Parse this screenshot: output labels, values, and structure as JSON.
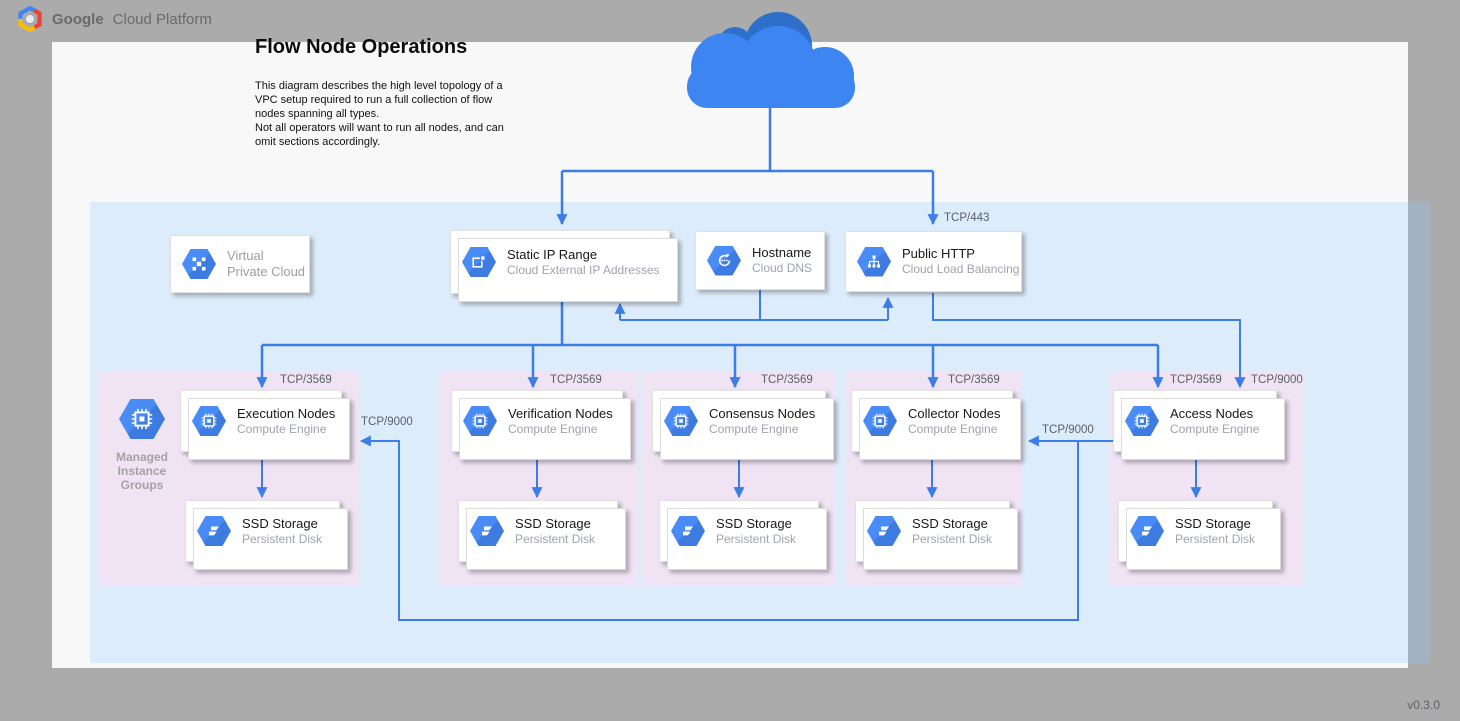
{
  "header": {
    "brand_bold": "Google",
    "brand_rest": "Cloud Platform"
  },
  "title": "Flow Node Operations",
  "intro": {
    "lines": [
      "This diagram describes the high level topology of a",
      "VPC setup required to run a full collection of flow",
      "nodes spanning all types.",
      "Not all operators will want to run all nodes, and can",
      "omit sections accordingly."
    ]
  },
  "version": "v0.3.0",
  "ports": {
    "https": "TCP/443",
    "flow": "TCP/3569",
    "access": "TCP/9000"
  },
  "vpc": {
    "line1": "Virtual",
    "line2": "Private Cloud"
  },
  "services": {
    "static_ip": {
      "title": "Static IP Range",
      "subtitle": "Cloud External IP Addresses"
    },
    "hostname": {
      "title": "Hostname",
      "subtitle": "Cloud DNS"
    },
    "public_http": {
      "title": "Public HTTP",
      "subtitle": "Cloud Load Balancing"
    }
  },
  "mig": {
    "lines": [
      "Managed",
      "Instance",
      "Groups"
    ]
  },
  "groups": [
    {
      "name": "execution",
      "node": {
        "title": "Execution Nodes",
        "subtitle": "Compute Engine"
      },
      "storage": {
        "title": "SSD Storage",
        "subtitle": "Persistent Disk"
      }
    },
    {
      "name": "verification",
      "node": {
        "title": "Verification Nodes",
        "subtitle": "Compute Engine"
      },
      "storage": {
        "title": "SSD Storage",
        "subtitle": "Persistent Disk"
      }
    },
    {
      "name": "consensus",
      "node": {
        "title": "Consensus Nodes",
        "subtitle": "Compute Engine"
      },
      "storage": {
        "title": "SSD Storage",
        "subtitle": "Persistent Disk"
      }
    },
    {
      "name": "collector",
      "node": {
        "title": "Collector Nodes",
        "subtitle": "Compute Engine"
      },
      "storage": {
        "title": "SSD Storage",
        "subtitle": "Persistent Disk"
      }
    },
    {
      "name": "access",
      "node": {
        "title": "Access Nodes",
        "subtitle": "Compute Engine"
      },
      "storage": {
        "title": "SSD Storage",
        "subtitle": "Persistent Disk"
      }
    }
  ],
  "colors": {
    "accent_blue": "#4285F4",
    "line_blue": "#3D7DE8",
    "group_pink": "#F0E3F4",
    "cloud_light": "#3D85F1",
    "cloud_dark": "#2D6FC9"
  }
}
